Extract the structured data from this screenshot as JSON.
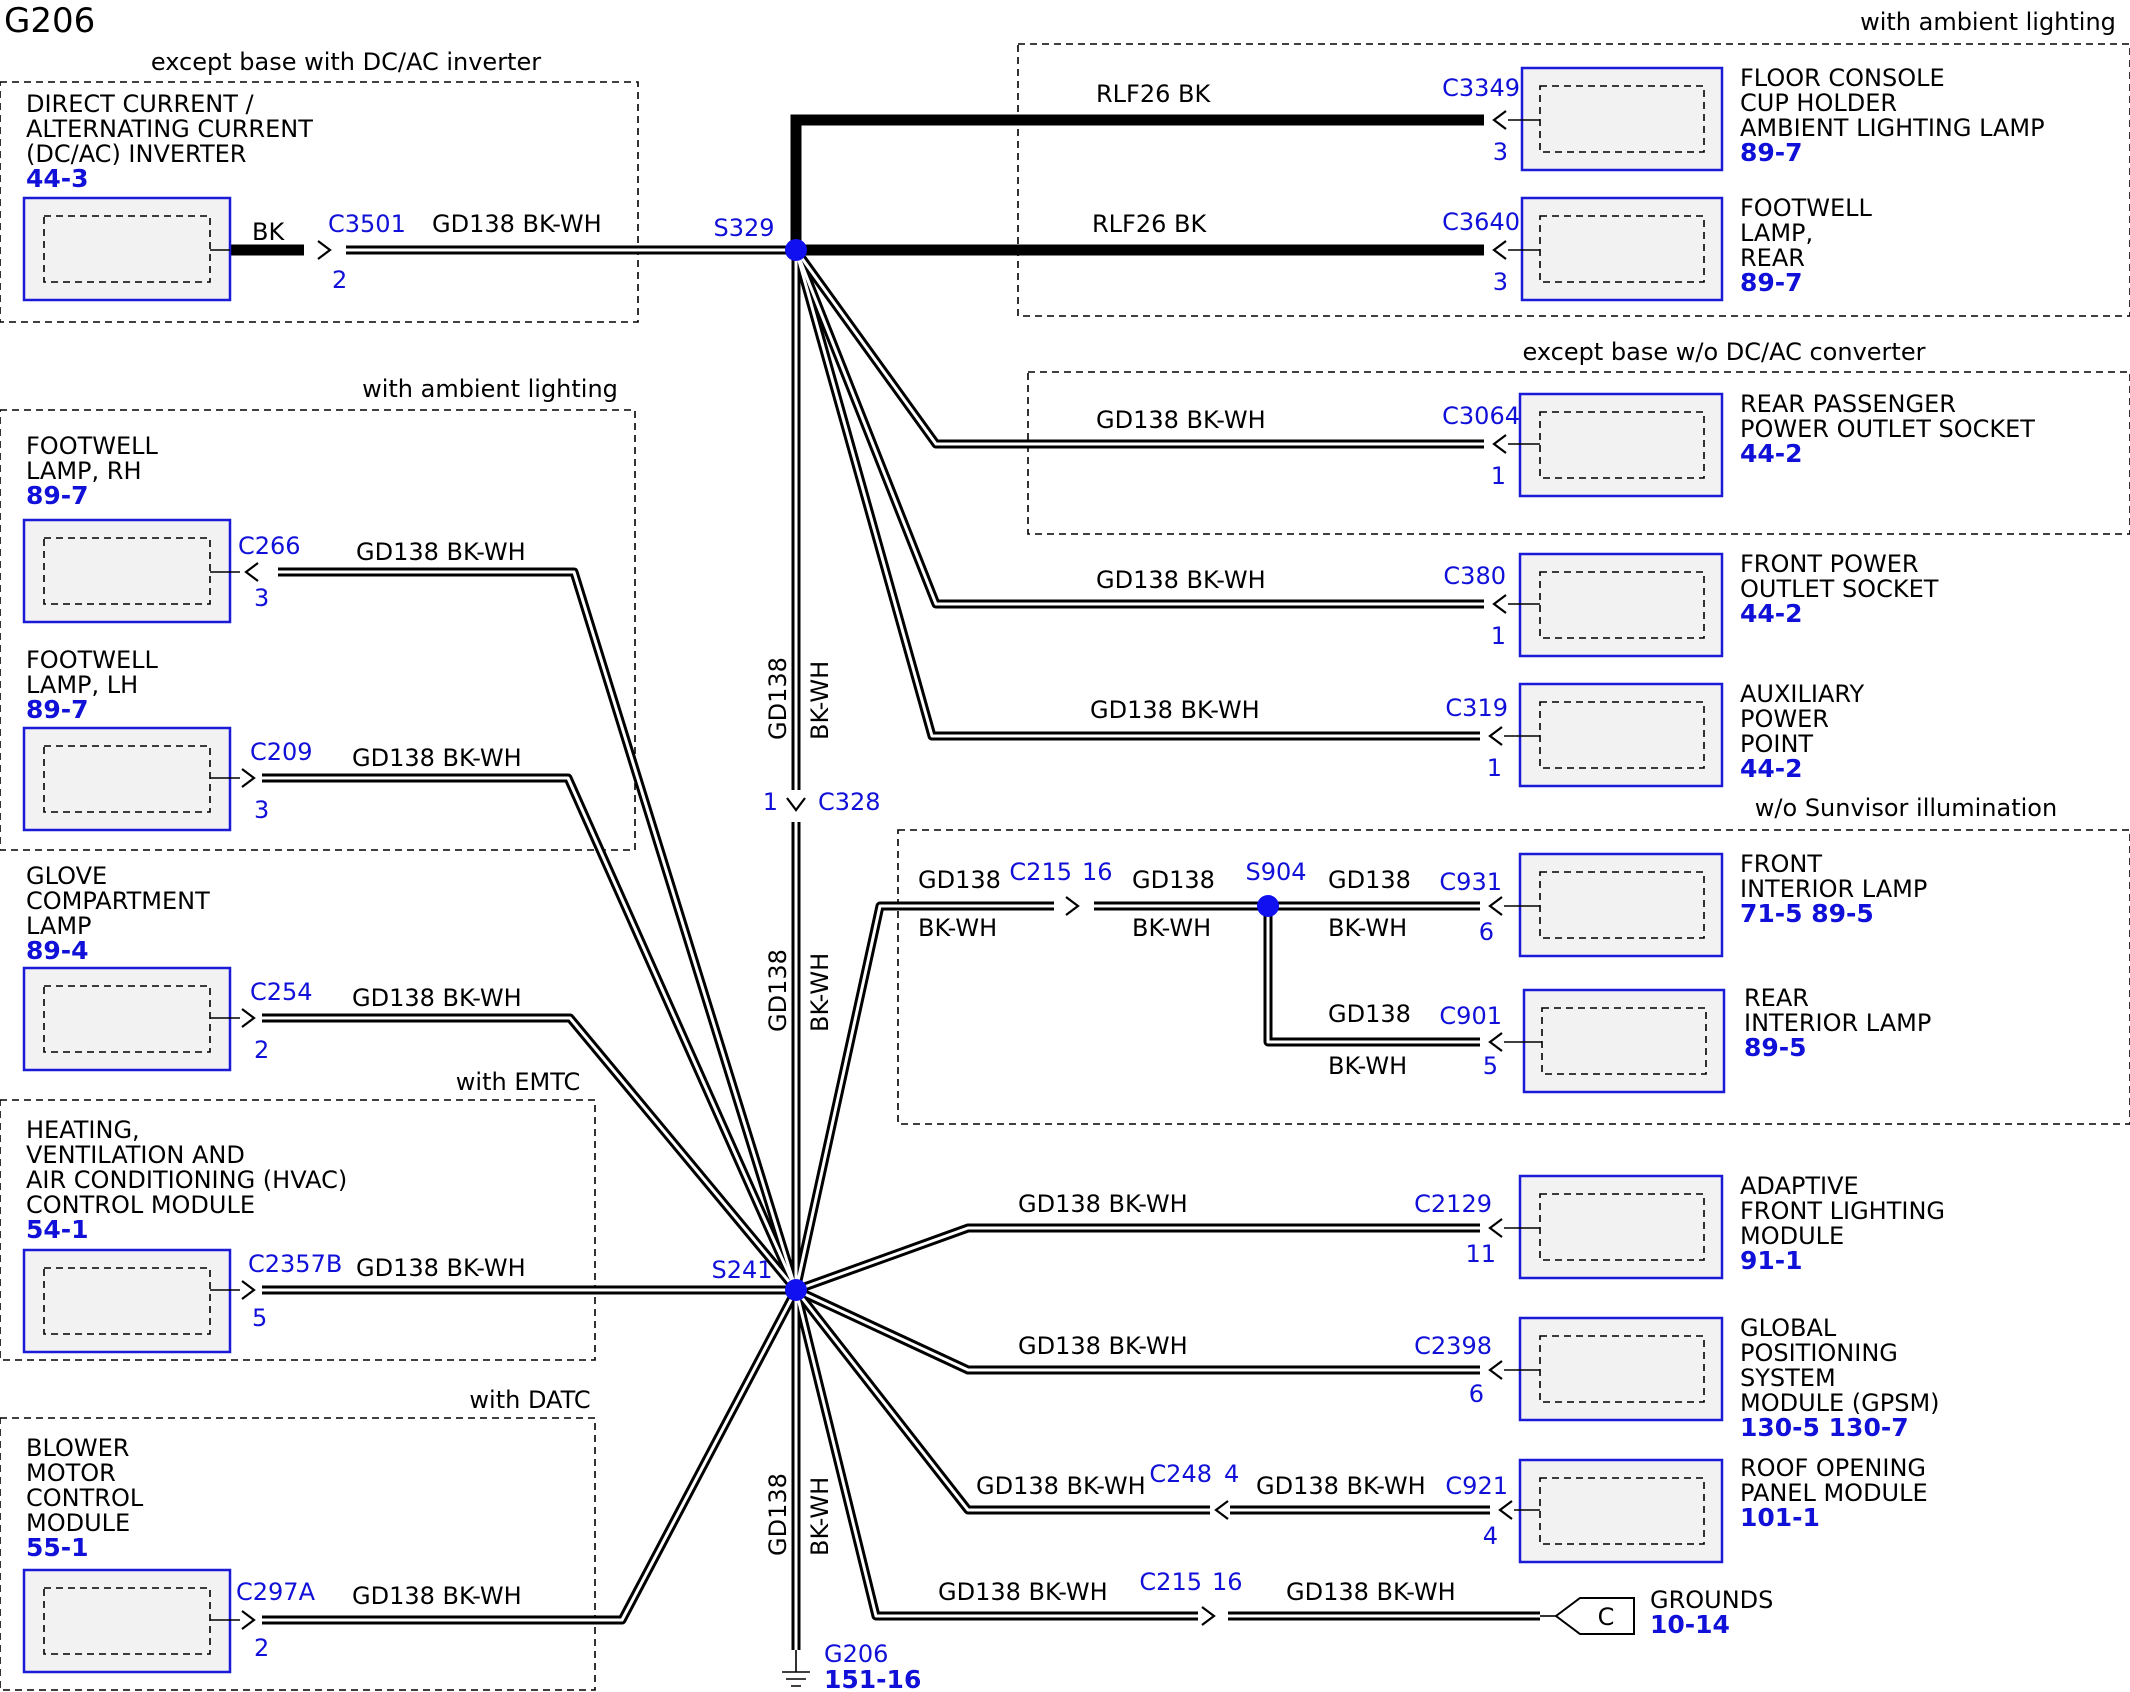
{
  "title": "G206",
  "option_labels": {
    "inverter": "except base with DC/AC inverter",
    "ambient_left": "with ambient lighting",
    "ambient_right": "with ambient lighting",
    "converter": "except base w/o DC/AC converter",
    "sunvisor": "w/o Sunvisor illumination",
    "emtc": "with EMTC",
    "datc": "with DATC"
  },
  "wire": {
    "gd138": "GD138",
    "bkwh": "BK-WH",
    "gd138_bkwh": "GD138  BK-WH",
    "rlf26_bk": "RLF26   BK",
    "bk": "BK"
  },
  "components": {
    "inverter": {
      "name_lines": [
        "DIRECT CURRENT /",
        "ALTERNATING CURRENT",
        "(DC/AC) INVERTER"
      ],
      "ref": "44-3"
    },
    "floor_console": {
      "name_lines": [
        "FLOOR CONSOLE",
        "CUP HOLDER",
        "AMBIENT LIGHTING LAMP"
      ],
      "ref": "89-7"
    },
    "footwell_rear": {
      "name_lines": [
        "FOOTWELL",
        "LAMP,",
        "REAR"
      ],
      "ref": "89-7"
    },
    "rear_outlet": {
      "name_lines": [
        "REAR PASSENGER",
        "POWER OUTLET SOCKET"
      ],
      "ref": "44-2"
    },
    "front_outlet": {
      "name_lines": [
        "FRONT POWER",
        "OUTLET SOCKET"
      ],
      "ref": "44-2"
    },
    "aux_power": {
      "name_lines": [
        "AUXILIARY",
        "POWER",
        "POINT"
      ],
      "ref": "44-2"
    },
    "front_interior": {
      "name_lines": [
        "FRONT",
        "INTERIOR LAMP"
      ],
      "ref": "71-5  89-5"
    },
    "rear_interior": {
      "name_lines": [
        "REAR",
        "INTERIOR LAMP"
      ],
      "ref": "89-5"
    },
    "afs": {
      "name_lines": [
        "ADAPTIVE",
        "FRONT LIGHTING",
        "MODULE"
      ],
      "ref": "91-1"
    },
    "gpsm": {
      "name_lines": [
        "GLOBAL",
        "POSITIONING",
        "SYSTEM",
        "MODULE (GPSM)"
      ],
      "ref": "130-5 130-7"
    },
    "roof": {
      "name_lines": [
        "ROOF OPENING",
        "PANEL MODULE"
      ],
      "ref": "101-1"
    },
    "grounds": {
      "name_lines": [
        "GROUNDS"
      ],
      "ref": "10-14",
      "symbol": "C"
    },
    "footwell_rh": {
      "name_lines": [
        "FOOTWELL",
        "LAMP, RH"
      ],
      "ref": "89-7"
    },
    "footwell_lh": {
      "name_lines": [
        "FOOTWELL",
        "LAMP, LH"
      ],
      "ref": "89-7"
    },
    "glove": {
      "name_lines": [
        "GLOVE",
        "COMPARTMENT",
        "LAMP"
      ],
      "ref": "89-4"
    },
    "hvac": {
      "name_lines": [
        "HEATING,",
        "VENTILATION AND",
        "AIR CONDITIONING (HVAC)",
        "CONTROL MODULE"
      ],
      "ref": "54-1"
    },
    "blower": {
      "name_lines": [
        "BLOWER",
        "MOTOR",
        "CONTROL",
        "MODULE"
      ],
      "ref": "55-1"
    }
  },
  "connectors": {
    "c3501": {
      "id": "C3501",
      "pin": "2"
    },
    "c3349": {
      "id": "C3349",
      "pin": "3"
    },
    "c3640": {
      "id": "C3640",
      "pin": "3"
    },
    "c3064": {
      "id": "C3064",
      "pin": "1"
    },
    "c380": {
      "id": "C380",
      "pin": "1"
    },
    "c319": {
      "id": "C319",
      "pin": "1"
    },
    "c328": {
      "id": "C328",
      "pin": "1"
    },
    "c215_top": {
      "id": "C215",
      "pin": "16"
    },
    "c931": {
      "id": "C931",
      "pin": "6"
    },
    "c901": {
      "id": "C901",
      "pin": "5"
    },
    "c2129": {
      "id": "C2129",
      "pin": "11"
    },
    "c2398": {
      "id": "C2398",
      "pin": "6"
    },
    "c248": {
      "id": "C248",
      "pin": "4"
    },
    "c921": {
      "id": "C921",
      "pin": "4"
    },
    "c215_bot": {
      "id": "C215",
      "pin": "16"
    },
    "c266": {
      "id": "C266",
      "pin": "3"
    },
    "c209": {
      "id": "C209",
      "pin": "3"
    },
    "c254": {
      "id": "C254",
      "pin": "2"
    },
    "c2357b": {
      "id": "C2357B",
      "pin": "5"
    },
    "c297a": {
      "id": "C297A",
      "pin": "2"
    }
  },
  "splices": {
    "s329": "S329",
    "s241": "S241",
    "s904": "S904"
  },
  "ground": {
    "id": "G206",
    "ref": "151-16"
  }
}
